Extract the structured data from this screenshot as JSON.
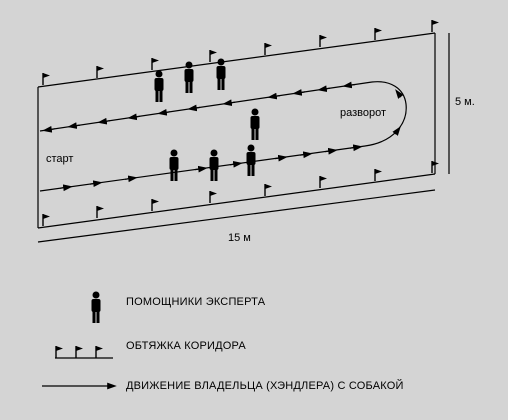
{
  "diagram": {
    "labels": {
      "start": "старт",
      "turn": "разворот",
      "width": "5 м.",
      "length": "15 м"
    }
  },
  "legend": {
    "helpers": "ПОМОЩНИКИ ЭКСПЕРТА",
    "flags": "ОБТЯЖКА КОРИДОРА",
    "path": "ДВИЖЕНИЕ ВЛАДЕЛЬЦА (ХЭНДЛЕРА) С СОБАКОЙ"
  }
}
